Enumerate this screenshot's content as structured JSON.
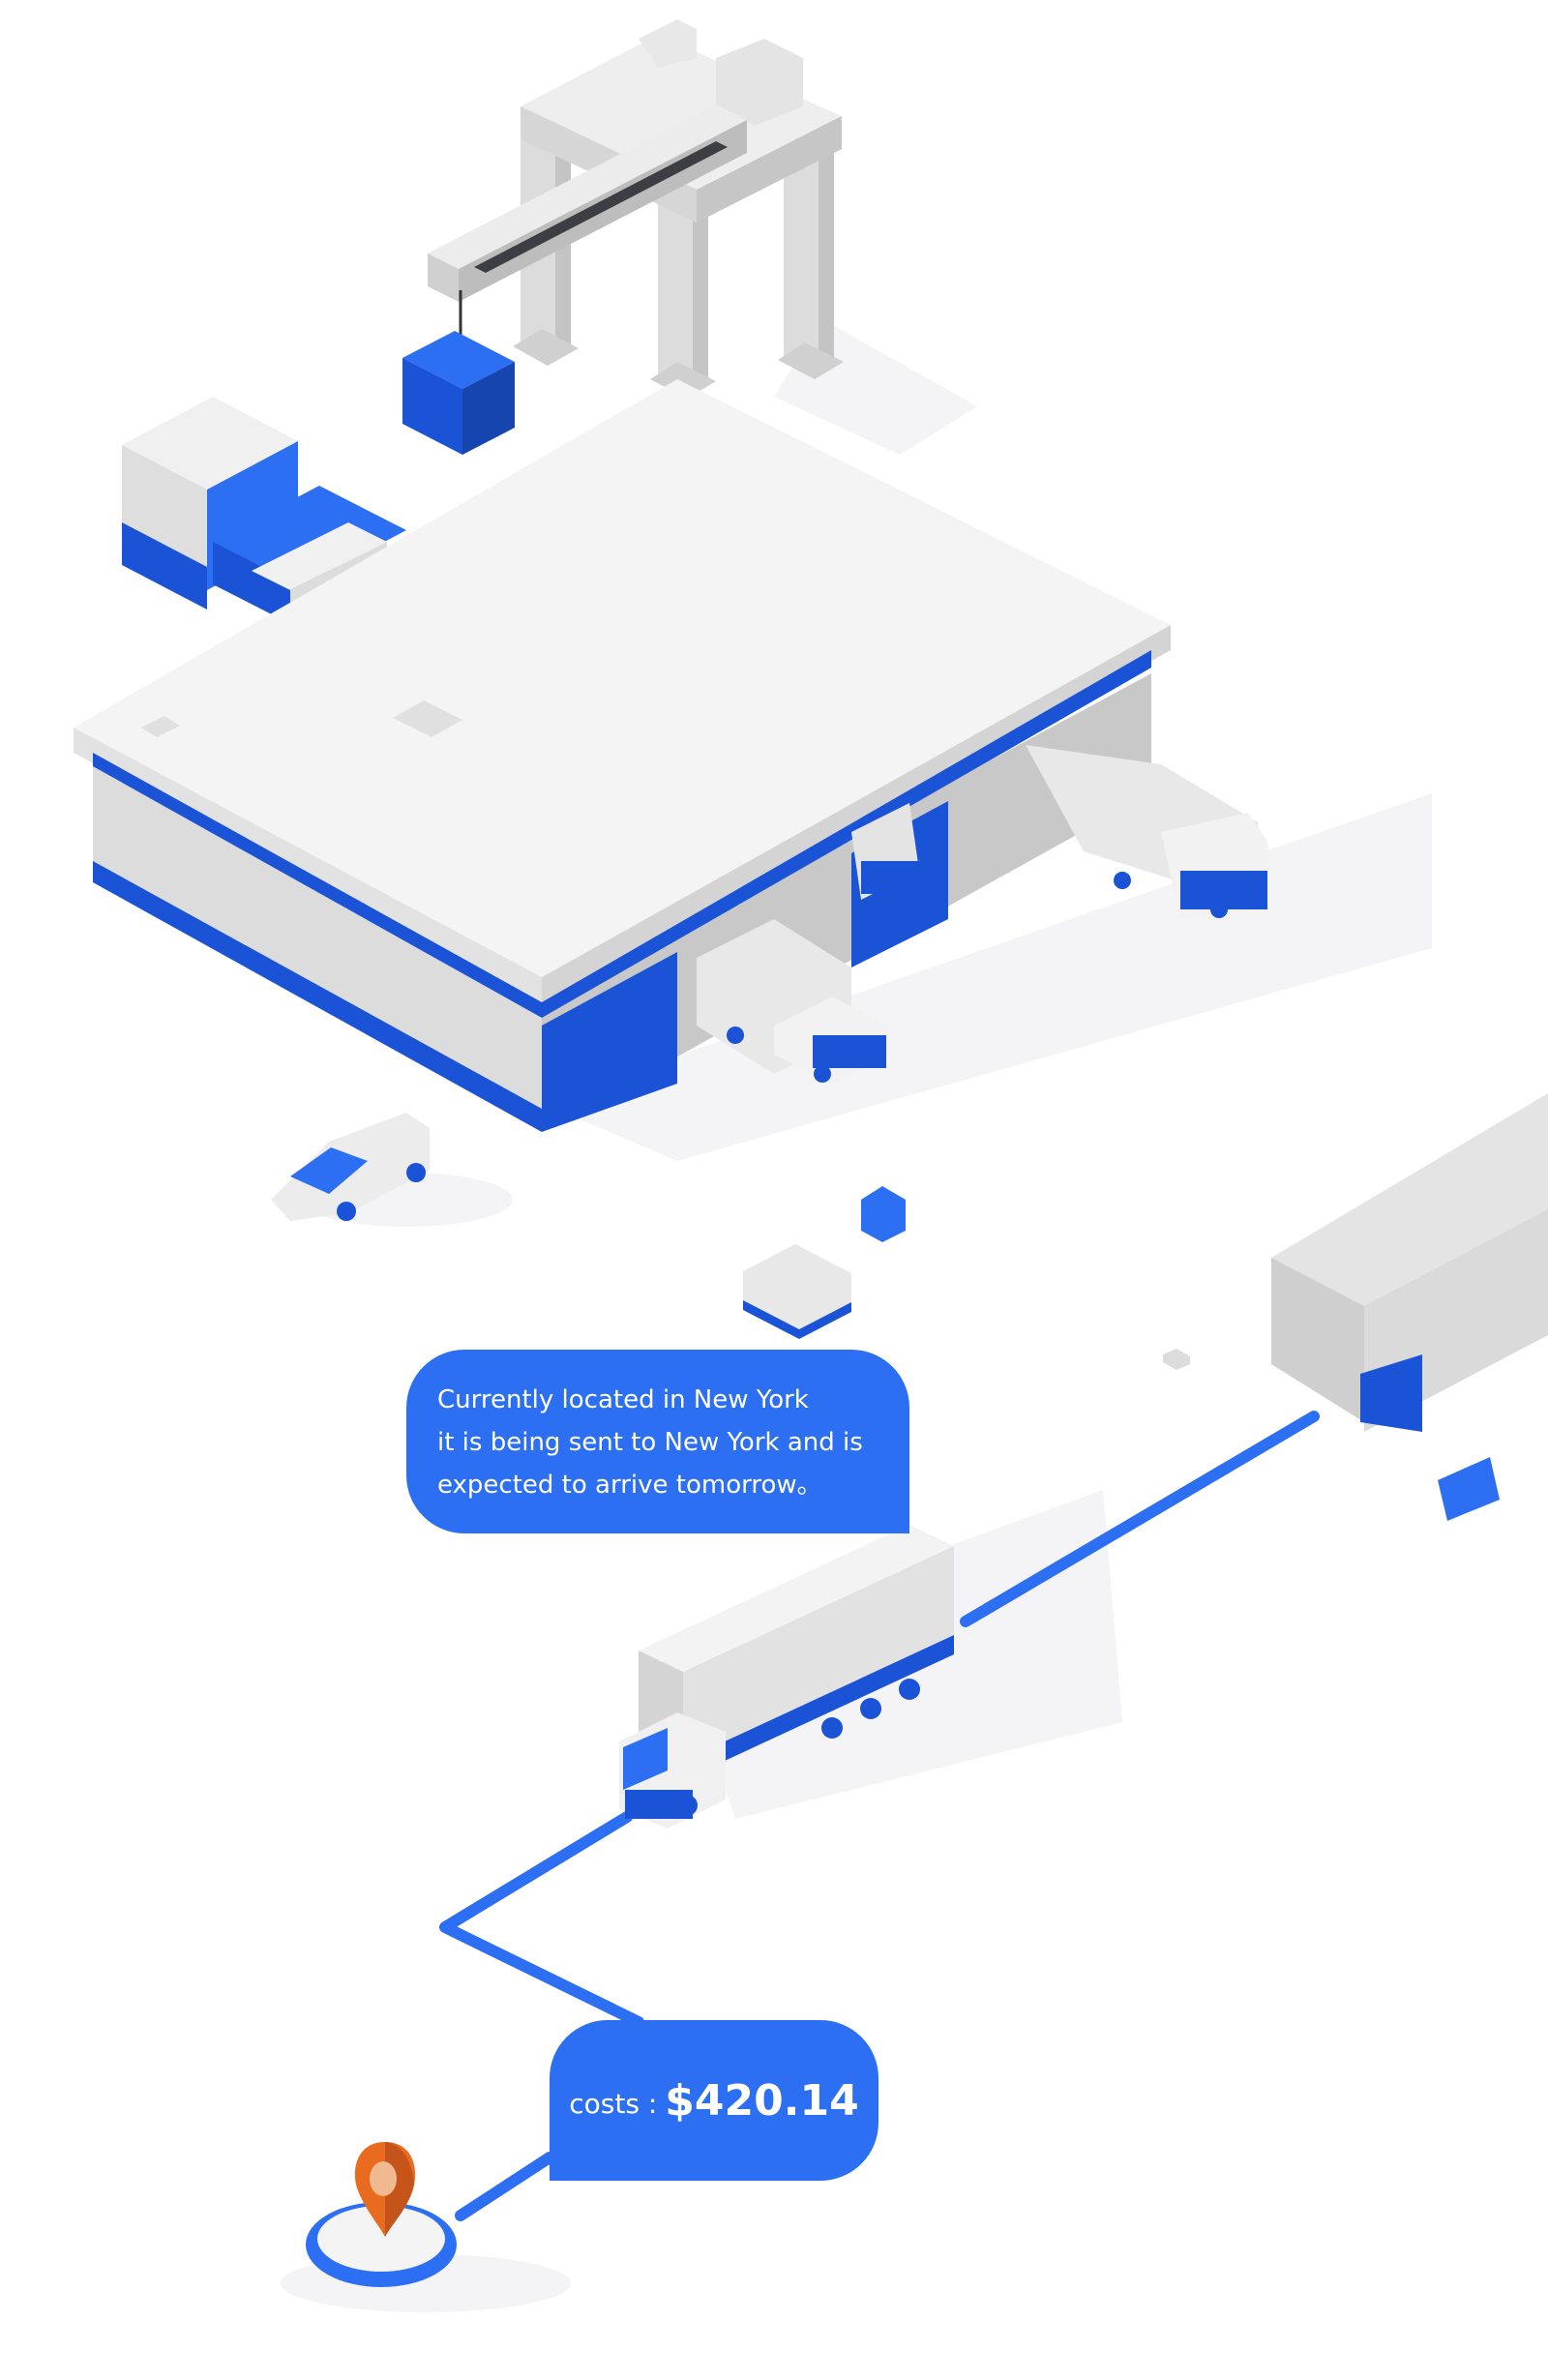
{
  "status": {
    "line1": "Currently located in New York",
    "line2": "it is being sent to New York and is",
    "line3": "expected to arrive tomorrow。"
  },
  "cost": {
    "label": "costs :",
    "value": "$420.14"
  },
  "colors": {
    "brand_blue": "#2d6ff2",
    "structure_blue": "#1a53d6",
    "light_gray": "#f2f2f2",
    "mid_gray": "#d8d8d8",
    "pin_orange": "#e96b1f"
  }
}
